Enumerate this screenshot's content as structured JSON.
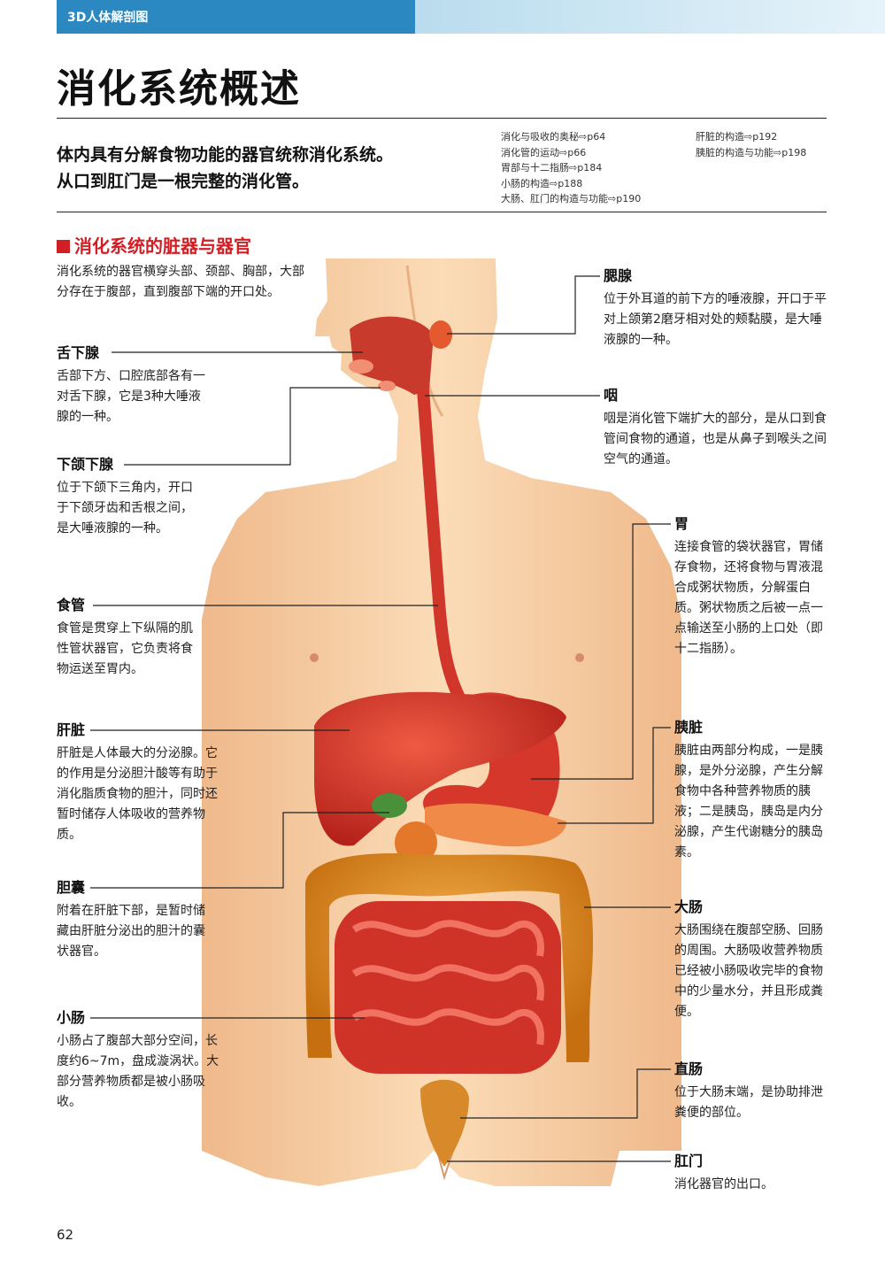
{
  "header": {
    "tag": "3D人体解剖图"
  },
  "page": {
    "title": "消化系统概述",
    "intro": [
      "体内具有分解食物功能的器官统称消化系统。",
      "从口到肛门是一根完整的消化管。"
    ],
    "references_left": [
      "消化与吸收的奥秘⇨p64",
      "消化管的运动⇨p66",
      "胃部与十二指肠⇨p184",
      "小肠的构造⇨p188",
      "大肠、肛门的构造与功能⇨p190"
    ],
    "references_right": [
      "肝脏的构造⇨p192",
      "胰脏的构造与功能⇨p198"
    ],
    "section_heading": "消化系统的脏器与器官",
    "section_intro": "消化系统的器官横穿头部、颈部、胸部，大部分存在于腹部，直到腹部下端的开口处。",
    "page_number": "62"
  },
  "labels": {
    "sublingual": {
      "title": "舌下腺",
      "text": "舌部下方、口腔底部各有一对舌下腺，它是3种大唾液腺的一种。"
    },
    "submandibular": {
      "title": "下颌下腺",
      "text": "位于下颌下三角内，开口于下颌牙齿和舌根之间，是大唾液腺的一种。"
    },
    "esophagus": {
      "title": "食管",
      "text": "食管是贯穿上下纵隔的肌性管状器官，它负责将食物运送至胃内。"
    },
    "liver": {
      "title": "肝脏",
      "text": "肝脏是人体最大的分泌腺。它的作用是分泌胆汁酸等有助于消化脂质食物的胆汁，同时还暂时储存人体吸收的营养物质。"
    },
    "gallbladder": {
      "title": "胆囊",
      "text": "附着在肝脏下部，是暂时储藏由肝脏分泌出的胆汁的囊状器官。"
    },
    "small_intestine": {
      "title": "小肠",
      "text": "小肠占了腹部大部分空间，长度约6~7m，盘成漩涡状。大部分营养物质都是被小肠吸收。"
    },
    "parotid": {
      "title": "腮腺",
      "text": "位于外耳道的前下方的唾液腺，开口于平对上颌第2磨牙相对处的颊黏膜，是大唾液腺的一种。"
    },
    "pharynx": {
      "title": "咽",
      "text": "咽是消化管下端扩大的部分，是从口到食管间食物的通道，也是从鼻子到喉头之间空气的通道。"
    },
    "stomach": {
      "title": "胃",
      "text": "连接食管的袋状器官，胃储存食物，还将食物与胃液混合成粥状物质，分解蛋白质。粥状物质之后被一点一点输送至小肠的上口处（即十二指肠）。"
    },
    "pancreas": {
      "title": "胰脏",
      "text": "胰脏由两部分构成，一是胰腺，是外分泌腺，产生分解食物中各种营养物质的胰液；二是胰岛，胰岛是内分泌腺，产生代谢糖分的胰岛素。"
    },
    "large_intestine": {
      "title": "大肠",
      "text": "大肠围绕在腹部空肠、回肠的周围。大肠吸收营养物质已经被小肠吸收完毕的食物中的少量水分，并且形成粪便。"
    },
    "rectum": {
      "title": "直肠",
      "text": "位于大肠末端，是协助排泄粪便的部位。"
    },
    "anus": {
      "title": "肛门",
      "text": "消化器官的出口。"
    }
  },
  "colors": {
    "header_blue": "#2b88c1",
    "section_red": "#d21f26",
    "skin": "#f7cfa5",
    "organ_red": "#d9362a",
    "colon_orange": "#e08a1c"
  }
}
